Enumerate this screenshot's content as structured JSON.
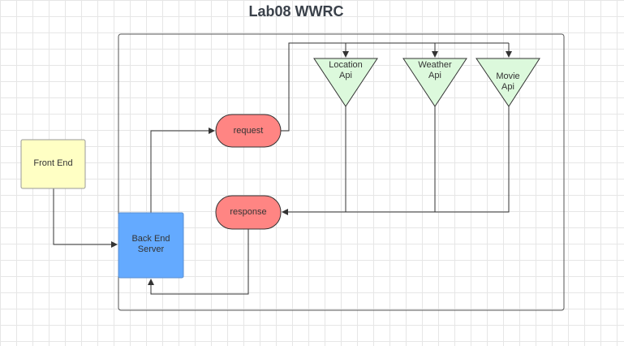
{
  "title": "Lab08 WWRC",
  "nodes": {
    "front_end": {
      "label": "Front End",
      "color": "#ffffc4"
    },
    "back_end": {
      "label": "Back End\nServer",
      "color": "#64aaff"
    },
    "request": {
      "label": "request",
      "color": "#ff8583"
    },
    "response": {
      "label": "response",
      "color": "#ff8583"
    },
    "location_api": {
      "label": "Location\nApi",
      "color": "#dcf9dc"
    },
    "weather_api": {
      "label": "Weather\nApi",
      "color": "#dcf9dc"
    },
    "movie_api": {
      "label": "Movie\nApi",
      "color": "#dcf9dc"
    }
  },
  "edges": [
    [
      "front_end",
      "back_end"
    ],
    [
      "back_end",
      "request"
    ],
    [
      "request",
      "location_api"
    ],
    [
      "request",
      "weather_api"
    ],
    [
      "request",
      "movie_api"
    ],
    [
      "location_api",
      "response"
    ],
    [
      "weather_api",
      "response"
    ],
    [
      "movie_api",
      "response"
    ],
    [
      "response",
      "back_end"
    ]
  ]
}
